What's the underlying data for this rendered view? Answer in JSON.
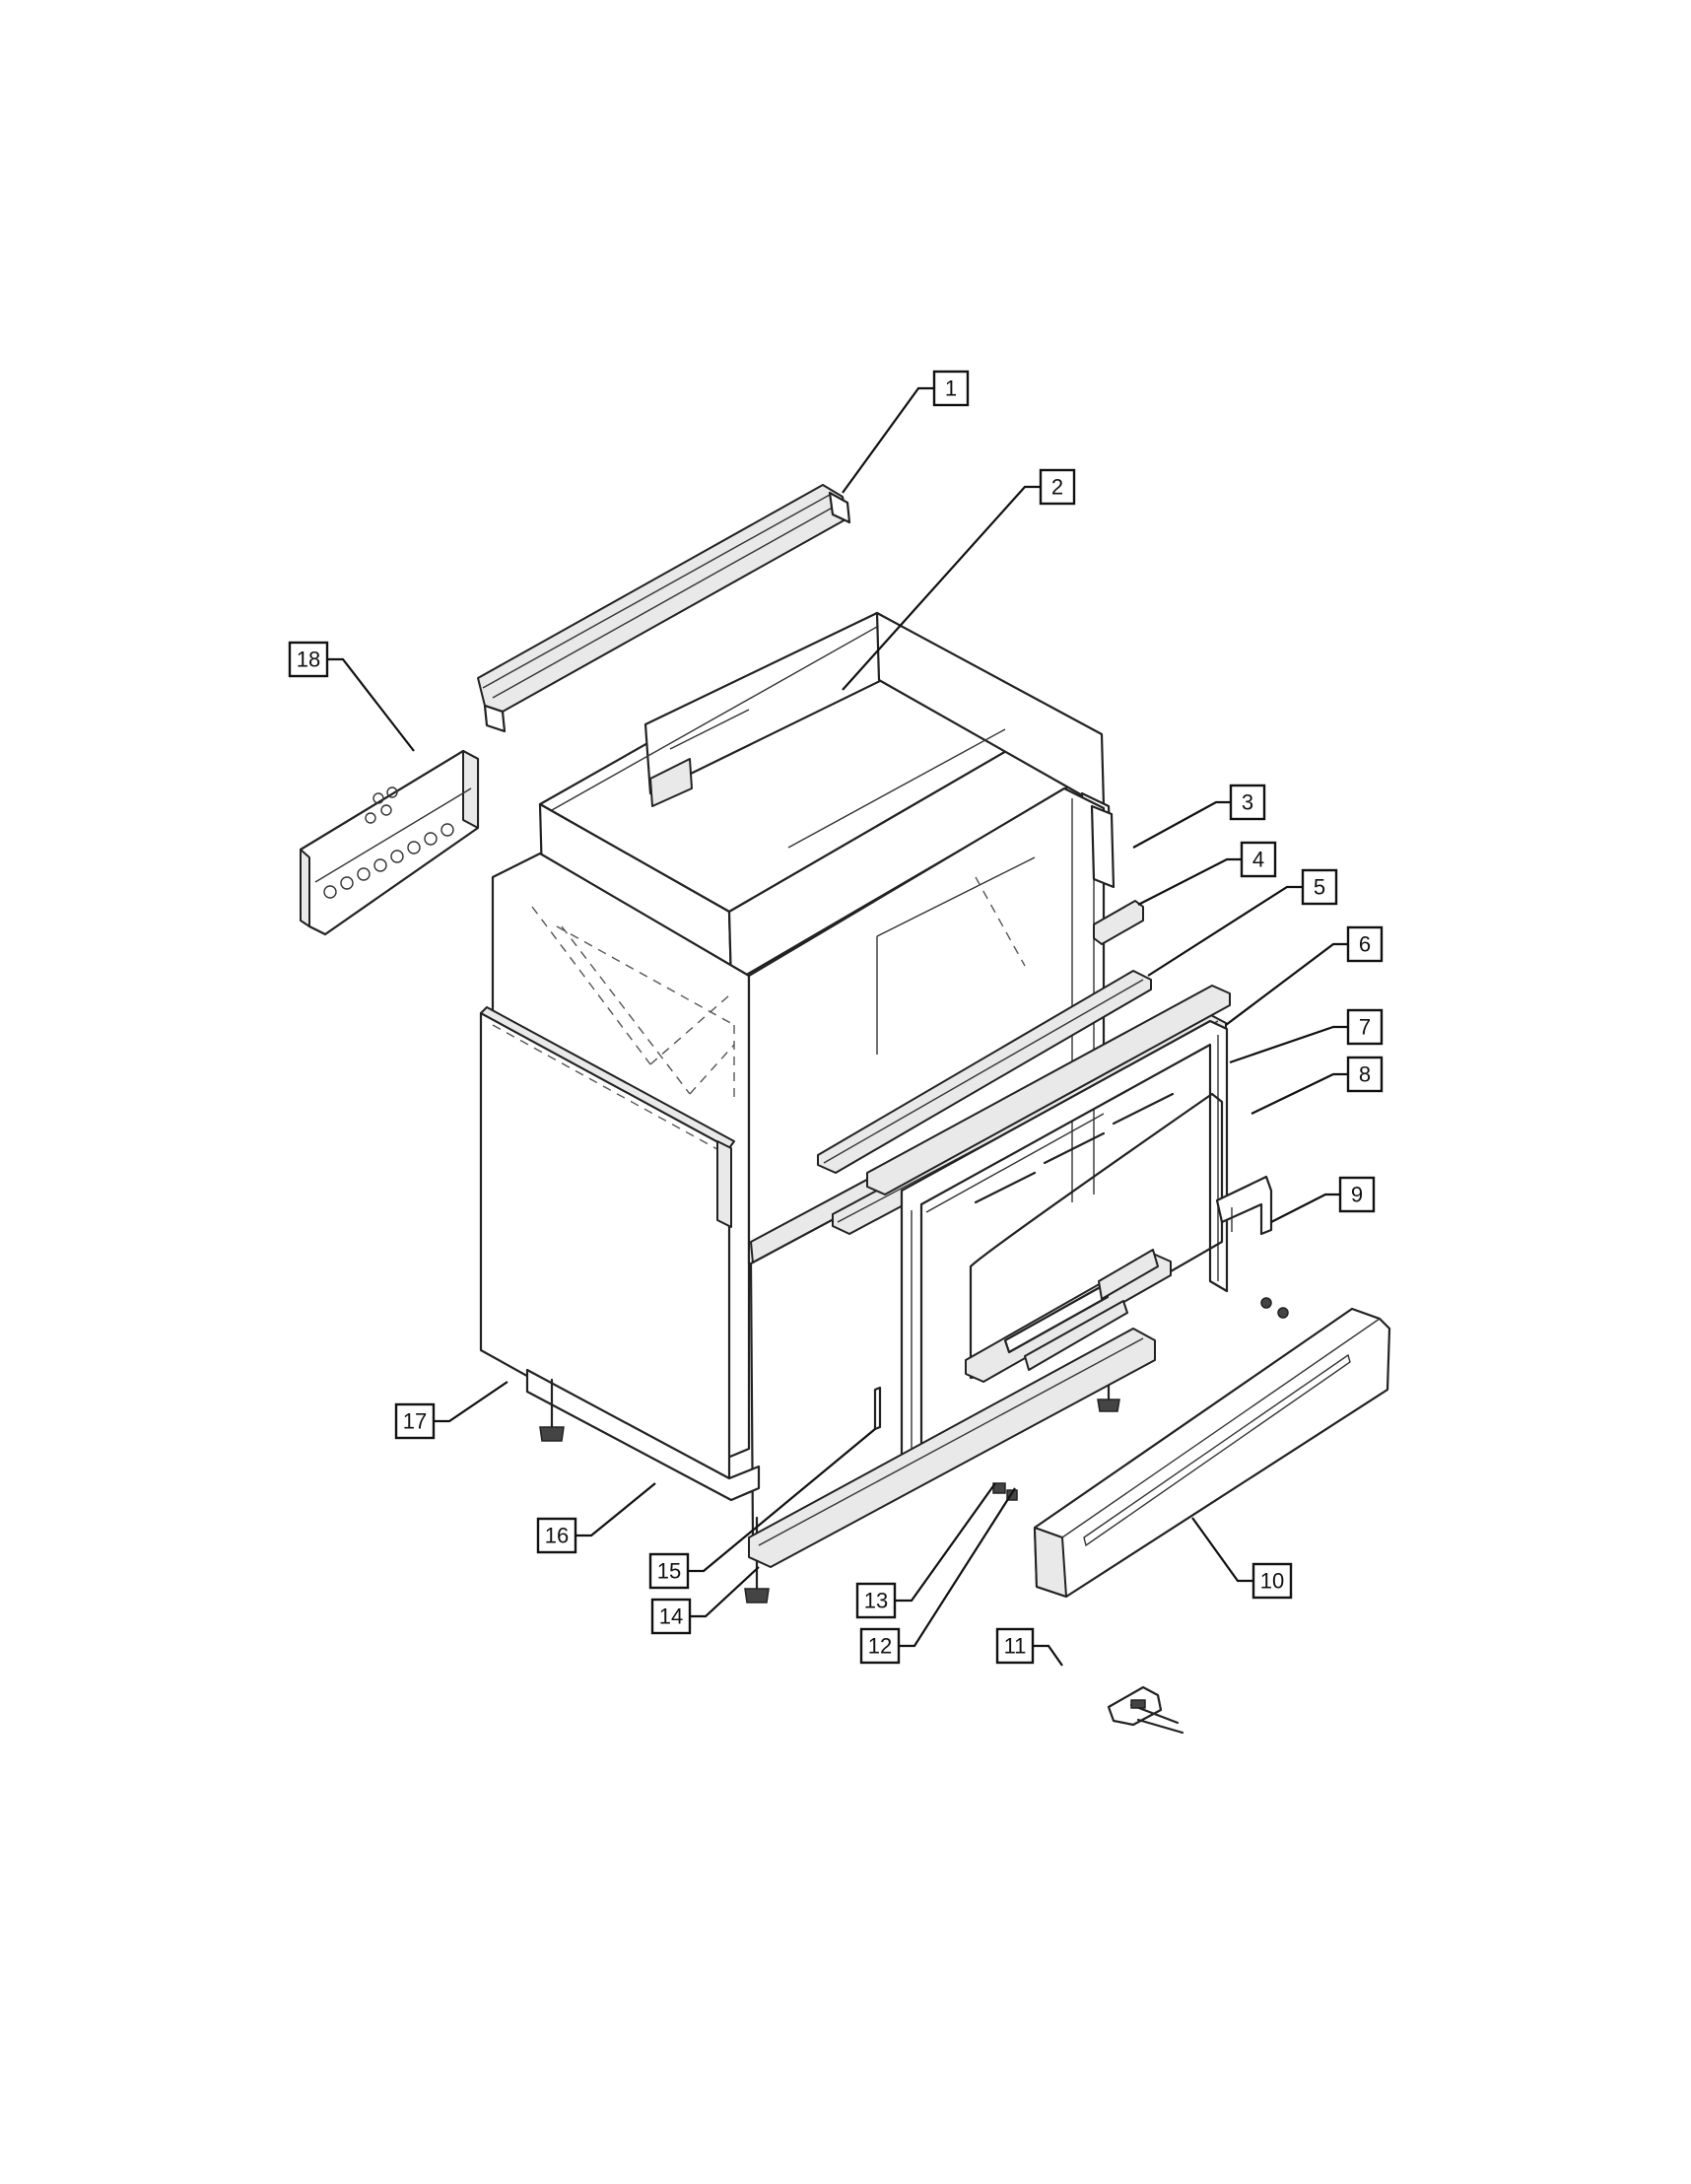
{
  "callouts": [
    {
      "id": "1",
      "label": "1"
    },
    {
      "id": "2",
      "label": "2"
    },
    {
      "id": "3",
      "label": "3"
    },
    {
      "id": "4",
      "label": "4"
    },
    {
      "id": "5",
      "label": "5"
    },
    {
      "id": "6",
      "label": "6"
    },
    {
      "id": "7",
      "label": "7"
    },
    {
      "id": "8",
      "label": "8"
    },
    {
      "id": "9",
      "label": "9"
    },
    {
      "id": "10",
      "label": "10"
    },
    {
      "id": "11",
      "label": "11"
    },
    {
      "id": "12",
      "label": "12"
    },
    {
      "id": "13",
      "label": "13"
    },
    {
      "id": "14",
      "label": "14"
    },
    {
      "id": "15",
      "label": "15"
    },
    {
      "id": "16",
      "label": "16"
    },
    {
      "id": "17",
      "label": "17"
    },
    {
      "id": "18",
      "label": "18"
    }
  ],
  "colors": {
    "line": "#222222",
    "background": "#ffffff"
  }
}
